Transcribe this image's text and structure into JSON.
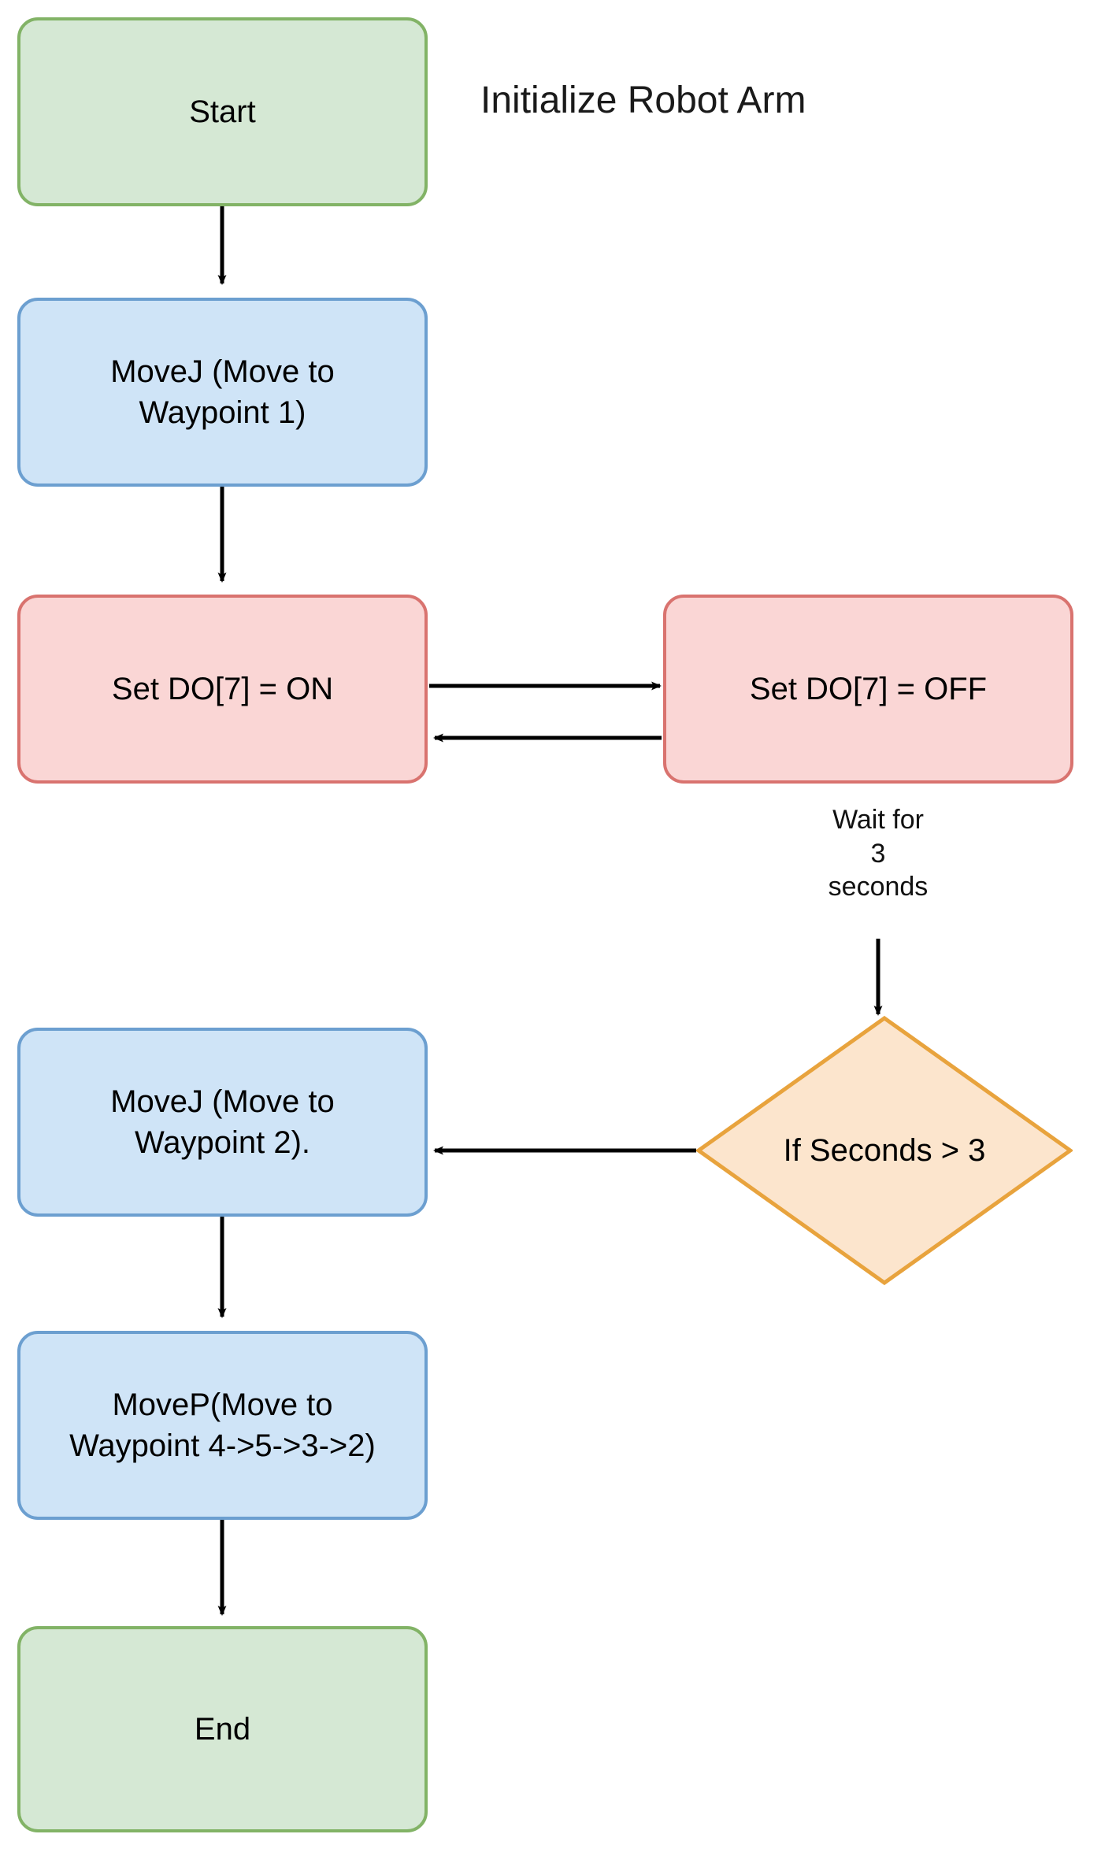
{
  "diagram": {
    "title": "Initialize Robot Arm",
    "background": "#ffffff",
    "type": "flowchart",
    "palette": {
      "terminator_fill": "#d5e8d4",
      "terminator_stroke": "#82b366",
      "process_fill": "#cfe4f7",
      "process_stroke": "#6c9fd0",
      "io_fill": "#fad6d5",
      "io_stroke": "#d9736f",
      "decision_fill": "#fce5cd",
      "decision_stroke": "#e8a33d",
      "edge_color": "#000000",
      "text_color": "#000000"
    },
    "nodes": [
      {
        "id": "start",
        "label": "Start",
        "shape": "rounded-rect",
        "kind": "terminator"
      },
      {
        "id": "movej1",
        "label": "MoveJ (Move to\nWaypoint 1)",
        "shape": "rounded-rect",
        "kind": "process"
      },
      {
        "id": "do_on",
        "label": "Set DO[7] = ON",
        "shape": "rounded-rect",
        "kind": "io"
      },
      {
        "id": "do_off",
        "label": "Set DO[7] = OFF",
        "shape": "rounded-rect",
        "kind": "io"
      },
      {
        "id": "decision",
        "label": "If Seconds > 3",
        "shape": "diamond",
        "kind": "decision"
      },
      {
        "id": "movej2",
        "label": "MoveJ (Move to\nWaypoint 2).",
        "shape": "rounded-rect",
        "kind": "process"
      },
      {
        "id": "movep",
        "label": "MoveP(Move to\nWaypoint 4->5->3->2)",
        "shape": "rounded-rect",
        "kind": "process"
      },
      {
        "id": "end",
        "label": "End",
        "shape": "rounded-rect",
        "kind": "terminator"
      }
    ],
    "edges": [
      {
        "id": "e1",
        "from": "start",
        "to": "movej1",
        "label": "",
        "direction": "down"
      },
      {
        "id": "e2",
        "from": "movej1",
        "to": "do_on",
        "label": "",
        "direction": "down"
      },
      {
        "id": "e3",
        "from": "do_on",
        "to": "do_off",
        "label": "",
        "direction": "right"
      },
      {
        "id": "e4",
        "from": "do_off",
        "to": "do_on",
        "label": "",
        "direction": "left"
      },
      {
        "id": "e5",
        "from": "do_off",
        "to": "decision",
        "label": "Wait for\n3\nseconds",
        "direction": "down"
      },
      {
        "id": "e6",
        "from": "decision",
        "to": "movej2",
        "label": "",
        "direction": "left"
      },
      {
        "id": "e7",
        "from": "movej2",
        "to": "movep",
        "label": "",
        "direction": "down"
      },
      {
        "id": "e8",
        "from": "movep",
        "to": "end",
        "label": "",
        "direction": "down"
      }
    ],
    "edge_labels": {
      "wait": "Wait for\n3\nseconds"
    }
  }
}
